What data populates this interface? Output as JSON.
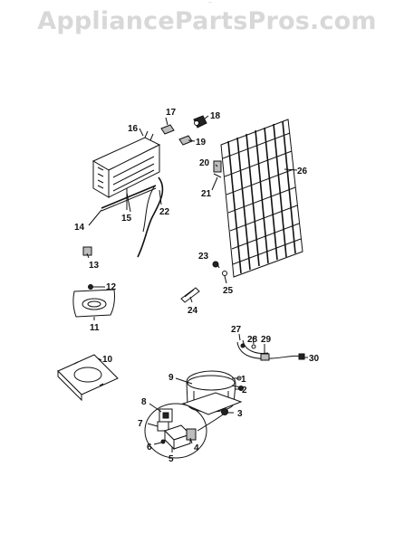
{
  "watermark": "AppliancePartsPros.com",
  "top_mark": "··",
  "part_labels": {
    "p1": "1",
    "p2": "2",
    "p3": "3",
    "p4": "4",
    "p5": "5",
    "p6": "6",
    "p7": "7",
    "p8": "8",
    "p9": "9",
    "p10": "10",
    "p11": "11",
    "p12": "12",
    "p13": "13",
    "p14": "14",
    "p15": "15",
    "p16": "16",
    "p17": "17",
    "p18": "18",
    "p19": "19",
    "p20": "20",
    "p21": "21",
    "p22": "22",
    "p23": "23",
    "p24": "24",
    "p25": "25",
    "p26": "26",
    "p27": "27",
    "p28": "28",
    "p29": "29",
    "p30": "30"
  }
}
